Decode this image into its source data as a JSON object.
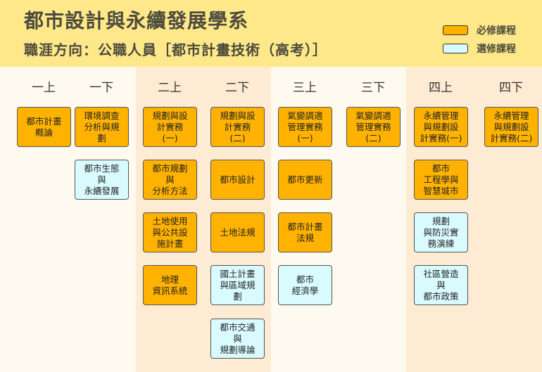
{
  "header": {
    "title": "都市設計與永續發展學系",
    "subtitle": "職涯方向：公職人員［都市計畫技術（高考）］"
  },
  "legend": [
    {
      "label": "必修課程",
      "type": "required",
      "color": "#ffb300"
    },
    {
      "label": "選修課程",
      "type": "elective",
      "color": "#d9fbff"
    }
  ],
  "colors": {
    "header_background": "#ffe88a",
    "band_light": "#fffaf0",
    "band_shaded": "#fdebd3",
    "required": "#ffb300",
    "elective": "#d9fbff"
  },
  "semesters": [
    {
      "label": "一上",
      "courses": [
        {
          "name": "都市計畫\n概論",
          "type": "required"
        }
      ]
    },
    {
      "label": "一下",
      "courses": [
        {
          "name": "環境調查\n分析與規\n劃",
          "type": "required"
        },
        {
          "name": "都市生態\n與\n永續發展",
          "type": "elective"
        }
      ]
    },
    {
      "label": "二上",
      "courses": [
        {
          "name": "規劃與設\n計實務\n(一)",
          "type": "required"
        },
        {
          "name": "都市規劃\n與\n分析方法",
          "type": "required"
        },
        {
          "name": "土地使用\n與公共設\n施計畫",
          "type": "required"
        },
        {
          "name": "地理\n資訊系統",
          "type": "required"
        }
      ]
    },
    {
      "label": "二下",
      "courses": [
        {
          "name": "規劃與設\n計實務\n(二)",
          "type": "required"
        },
        {
          "name": "都市設計",
          "type": "required"
        },
        {
          "name": "土地法規",
          "type": "required"
        },
        {
          "name": "國土計畫\n與區域規\n劃",
          "type": "elective"
        },
        {
          "name": "都市交通\n與\n規劃導論",
          "type": "elective"
        }
      ]
    },
    {
      "label": "三上",
      "courses": [
        {
          "name": "氣變調適\n管理實務\n(一)",
          "type": "required"
        },
        {
          "name": "都市更新",
          "type": "required"
        },
        {
          "name": "都市計畫\n法規",
          "type": "required"
        },
        {
          "name": "都市\n經濟學",
          "type": "elective"
        }
      ]
    },
    {
      "label": "三下",
      "courses": [
        {
          "name": "氣變調適\n管理實務\n(二)",
          "type": "required"
        }
      ]
    },
    {
      "label": "四上",
      "courses": [
        {
          "name": "永續管理\n與規劃設\n計實務(一)",
          "type": "required"
        },
        {
          "name": "都市\n工程學與\n智慧城市",
          "type": "required"
        },
        {
          "name": "規劃\n與防災實\n務演練",
          "type": "elective"
        },
        {
          "name": "社區營造\n與\n都市政策",
          "type": "elective"
        }
      ]
    },
    {
      "label": "四下",
      "courses": [
        {
          "name": "永續管理\n與規劃設\n計實務(二)",
          "type": "required"
        }
      ]
    }
  ]
}
